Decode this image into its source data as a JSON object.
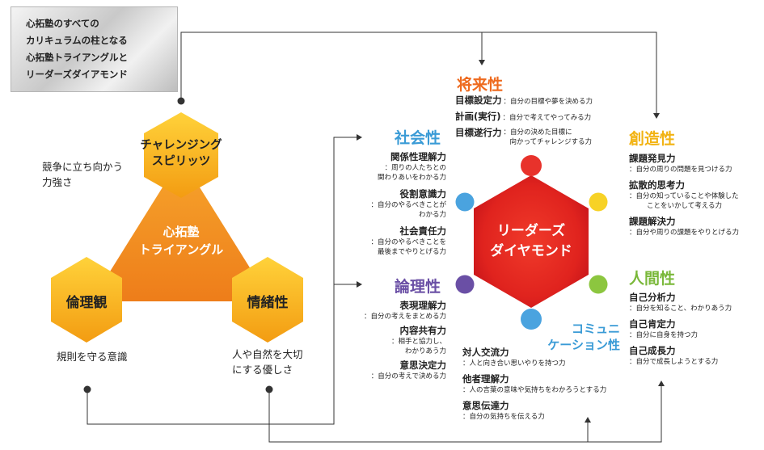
{
  "note": {
    "lines": [
      "心拓塾のすべての",
      "カリキュラムの柱となる",
      "心拓塾トライアングルと",
      "リーダーズダイアモンド"
    ]
  },
  "triangle": {
    "center": [
      "心拓塾",
      "トライアングル"
    ],
    "top_hex": [
      "チャレンジング",
      "スピリッツ"
    ],
    "left_hex": "倫理観",
    "right_hex": "情緒性",
    "top_desc": [
      "競争に立ち向かう",
      "力強さ"
    ],
    "left_desc": "規則を守る意識",
    "right_desc": [
      "人や自然を大切",
      "にする優しさ"
    ]
  },
  "diamond": {
    "center": [
      "リーダーズ",
      "ダイヤモンド"
    ]
  },
  "shourai": {
    "title": "将来性",
    "items": [
      {
        "term": "目標設定力",
        "desc": "：自分の目標や夢を決める力"
      },
      {
        "term": "計画(実行)",
        "desc": "：自分で考えてやってみる力"
      },
      {
        "term": "目標遂行力",
        "desc": [
          "：自分の決めた目標に",
          "向かってチャレンジする力"
        ]
      }
    ]
  },
  "shakai": {
    "title": "社会性",
    "items": [
      {
        "term": "関係性理解力",
        "desc": [
          "：周りの人たちとの",
          "関わりあいをわかる力"
        ]
      },
      {
        "term": "役割意識力",
        "desc": [
          "：自分のやるべきことが",
          "わかる力"
        ]
      },
      {
        "term": "社会責任力",
        "desc": [
          "：自分のやるべきことを",
          "最後までやりとげる力"
        ]
      }
    ]
  },
  "ronri": {
    "title": "論理性",
    "items": [
      {
        "term": "表現理解力",
        "desc": [
          "：自分の考えをまとめる力"
        ]
      },
      {
        "term": "内容共有力",
        "desc": [
          "：相手と協力し、",
          "わかりあう力"
        ]
      },
      {
        "term": "意思決定力",
        "desc": [
          "：自分の考えで決める力"
        ]
      }
    ]
  },
  "souzou": {
    "title": "創造性",
    "items": [
      {
        "term": "課題発見力",
        "desc": [
          "：自分の周りの問題を見つける力"
        ]
      },
      {
        "term": "拡散的思考力",
        "desc": [
          "：自分の知っていることや体験した",
          "ことをいかして考える力"
        ]
      },
      {
        "term": "課題解決力",
        "desc": [
          "：自分や周りの課題をやりとげる力"
        ]
      }
    ]
  },
  "ningen": {
    "title": "人間性",
    "items": [
      {
        "term": "自己分析力",
        "desc": "：自分を知ること、わかりあう力"
      },
      {
        "term": "自己肯定力",
        "desc": "：自分に自身を持つ力"
      },
      {
        "term": "自己成長力",
        "desc": "：自分で成長しようとする力"
      }
    ]
  },
  "comm": {
    "title": [
      "コミュニ",
      "ケーション性"
    ],
    "items": [
      {
        "term": "対人交流力",
        "desc": "：人と向き合い思いやりを持つ力"
      },
      {
        "term": "他者理解力",
        "desc": "：人の言葉の意味や気持ちをわかろうとする力"
      },
      {
        "term": "意思伝達力",
        "desc": "：自分の気持ちを伝える力"
      }
    ]
  },
  "colors": {
    "orange": "#ee6a1e",
    "blue": "#3a9bd6",
    "purple": "#6a4fa5",
    "green": "#7ab83a",
    "yellow": "#f2b313",
    "red": "#e8322b"
  }
}
